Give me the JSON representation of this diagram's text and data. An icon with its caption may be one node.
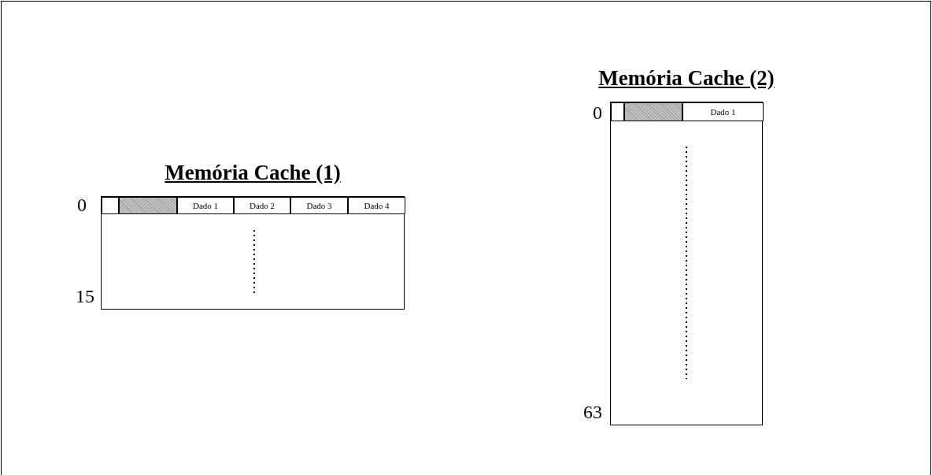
{
  "diagram": {
    "nodes": [
      {
        "text": [
          "Memória Cache (1)"
        ]
      },
      {
        "text": [],
        "shape": "box",
        "in": 0
      },
      {
        "text": [],
        "shape": "picture",
        "in": 0
      },
      {
        "text": [
          "Dado 1"
        ],
        "in": 0
      },
      {
        "text": [
          "Dado 2"
        ],
        "in": 0
      },
      {
        "text": [
          "Dado 3"
        ],
        "in": 0
      },
      {
        "text": [
          "Dado 4"
        ],
        "in": 0
      },
      {
        "text": [
          "Memória Cache (2)"
        ]
      },
      {
        "text": [],
        "shape": "box",
        "in": 7
      },
      {
        "text": [],
        "shape": "picture",
        "in": 7
      },
      {
        "text": [
          "Dado 1"
        ],
        "in": 7
      }
    ],
    "labels": [
      "0",
      "15",
      "0",
      "63"
    ]
  }
}
